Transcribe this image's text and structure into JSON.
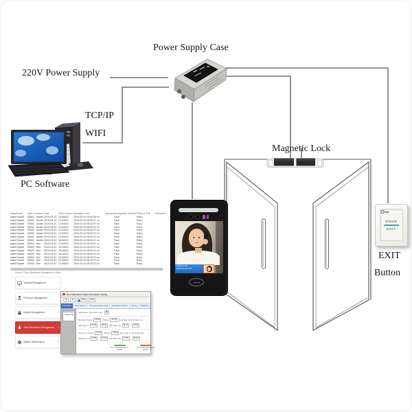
{
  "labels": {
    "power_supply_case": "Power Supply Case",
    "power_220v": "220V Power Supply",
    "tcpip": "TCP/IP",
    "wifi": "WIFI",
    "pc_software": "PC Software",
    "magnetic_lock": "Magnetic Lock",
    "exit_line1": "EXIT",
    "exit_line2": "Button"
  },
  "attendance_table": {
    "headers": [
      "department",
      "Work code",
      "Name",
      "Date",
      "Time",
      "Device code",
      "Operation time",
      "operator",
      "Recognition method",
      "Entry or Exit",
      "Remarks"
    ],
    "rows": [
      [
        "sales Depart",
        "50002",
        "Austin",
        "2019-03-10",
        "15:40",
        "001",
        "2019-03-10 15:40:45 xx",
        "",
        "Face",
        "Entry",
        ""
      ],
      [
        "sales Depart",
        "50002",
        "Austin",
        "2019-03-10",
        "12:57",
        "001",
        "2019-03-10 05:32:07 xx",
        "",
        "Face",
        "Entry",
        ""
      ],
      [
        "sales Depart",
        "50002",
        "Austin",
        "2019-03-10",
        "12:53",
        "001",
        "2019-03-10 05:32:07 xx",
        "",
        "Face",
        "Entry",
        ""
      ],
      [
        "sales Depart",
        "50002",
        "Austin",
        "2019-03-10",
        "12:43",
        "001",
        "2019-03-10 05:32:07 xx",
        "",
        "Face",
        "Entry",
        ""
      ],
      [
        "sales Depart",
        "50002",
        "Austin",
        "2019-03-10",
        "12:31",
        "001",
        "2019-03-10 05:32:07 xx",
        "",
        "Face",
        "Entry",
        ""
      ],
      [
        "sales Depart",
        "50002",
        "Austin",
        "2019-03-10",
        "12:52",
        "001",
        "2019-03-10 05:32:07 xx",
        "",
        "Face",
        "Entry",
        ""
      ],
      [
        "sales Depart",
        "50002",
        "Austin",
        "2019-03-10",
        "14:45",
        "001",
        "2019-03-10 05:32:07 xx",
        "",
        "Face",
        "Entry",
        ""
      ],
      [
        "sales Depart",
        "50002",
        "Austin",
        "2019-03-14",
        "18:38",
        "001",
        "2019-03-14 05:32:07 xx",
        "",
        "Face",
        "Entry",
        ""
      ],
      [
        "sales Depart",
        "50003",
        "Ben",
        "2019-03-10",
        "12:52",
        "001",
        "2019-03-10 05:32:07 xx",
        "",
        "Face",
        "Entry",
        ""
      ],
      [
        "sales Depart",
        "50003",
        "Ben",
        "2019-03-10",
        "15:15",
        "001",
        "2019-03-10 05:32:07 xx",
        "",
        "Face",
        "Entry",
        ""
      ],
      [
        "sales Depart",
        "50003",
        "Ben",
        "2019-03-10",
        "15:16",
        "001",
        "2019-03-10 05:32:07 xx",
        "",
        "Face",
        "Entry",
        ""
      ],
      [
        "sales Depart",
        "50003",
        "Ben",
        "2019-03-10",
        "15:22",
        "001",
        "2019-03-10 05:32:07 xx",
        "",
        "Face",
        "Entry",
        ""
      ],
      [
        "sales Depart",
        "50003",
        "Ben",
        "2019-03-10",
        "15:41",
        "001",
        "2019-03-10 05:32:07 xx",
        "",
        "Face",
        "Entry",
        ""
      ],
      [
        "sales Depart",
        "50003",
        "Ben",
        "2019-03-10",
        "21:43",
        "001",
        "2019-03-10 05:32:07 xx",
        "",
        "Face",
        "Entry",
        ""
      ],
      [
        "sales Depart",
        "50003",
        "Ben",
        "2019-03-14",
        "12:25",
        "001",
        "2019-03-14 05:32:07 xx",
        "",
        "Face",
        "Entry",
        ""
      ]
    ]
  },
  "device": {
    "result_line1": "50002  Austin",
    "result_line2": "2019-03-10 15:40",
    "accent": "#2f7fd6"
  },
  "exit_button": {
    "line1": "DOOR",
    "line2": "EXIT",
    "accent": "#2fa7a0"
  },
  "software": {
    "system_title": "Smart & Time Attendance Management System",
    "selected_color": "#d43a36",
    "menu": [
      {
        "label": "Terminal Management",
        "icon": "monitor-icon"
      },
      {
        "label": "Personnel Management",
        "icon": "person-icon"
      },
      {
        "label": "Access Management",
        "icon": "lock-icon"
      },
      {
        "label": "Time Attendance Management",
        "icon": "hand-icon"
      },
      {
        "label": "System Maintenance",
        "icon": "gear-icon"
      }
    ],
    "dialog": {
      "title": "Time Attendance Basic Information Setting",
      "toolbar": [
        "◄",
        "►",
        "Save",
        "Exit"
      ],
      "tabs": [
        "Add Batch",
        "Shift Setting",
        "Time Attendance Rule",
        "Attendance Report",
        "Set Up",
        "Statistics"
      ],
      "tree": [
        "sales Depart",
        "Austin / Ben"
      ],
      "form_rows": [
        [
          "Shift Name:",
          "Day Shift",
          "Color:",
          "▦"
        ],
        [
          "Morning  On-duty",
          "08:30",
          "Off-duty",
          "12:00",
          "Must Sign In",
          "Must Sign Out"
        ],
        [
          "Valid Sign In",
          "07:30",
          "-",
          "08:40",
          "Valid Sign Out",
          "11:50",
          "-",
          "13:00"
        ],
        [
          "Afternoon  On-duty",
          "13:30",
          "Off-duty",
          "18:00",
          "Must Sign In",
          "Must Sign Out"
        ],
        [
          "Valid Sign In",
          "12:30",
          "-",
          "13:40",
          "Valid Sign Out",
          "17:50",
          "-",
          "19:00"
        ]
      ],
      "legend": [
        {
          "color": "#5cb85c",
          "label": "Time In/Out Attendance",
          "sub": "Default"
        },
        {
          "color": "#e2622b",
          "label": "Time In/Out Attendance",
          "sub": "Report"
        }
      ]
    }
  }
}
